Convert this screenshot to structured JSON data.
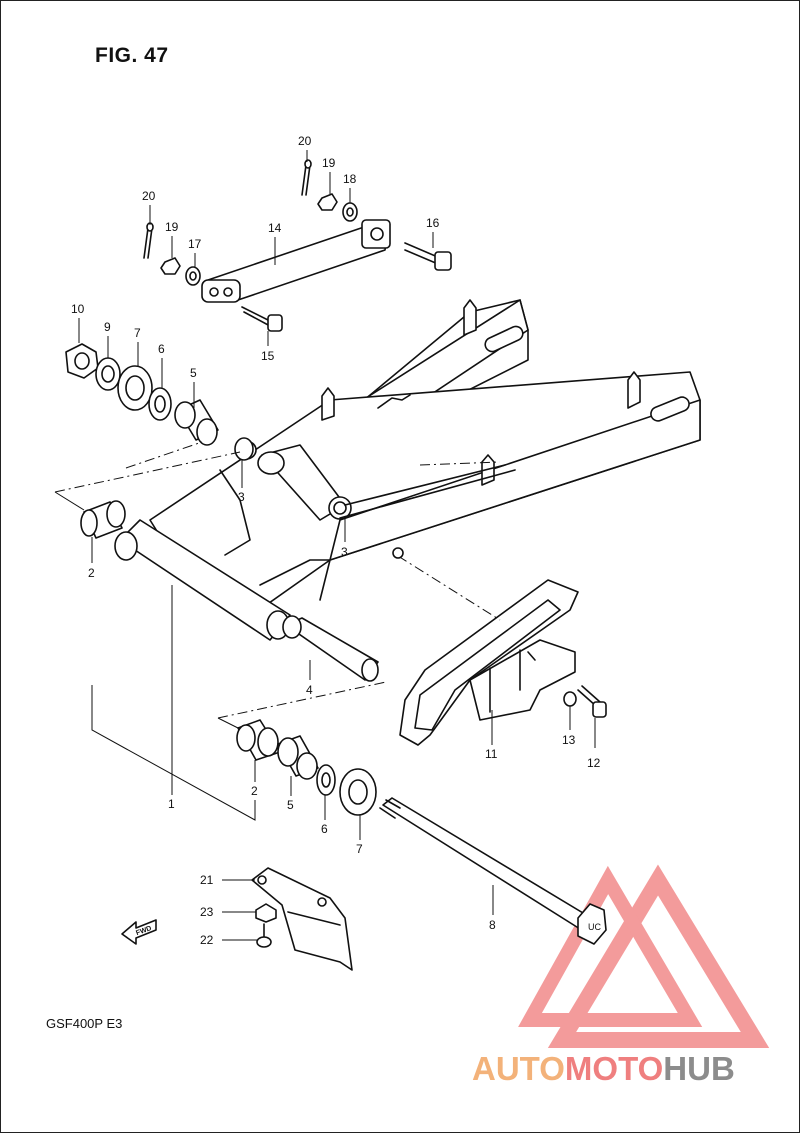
{
  "figure": {
    "title": "FIG. 47",
    "model": "GSF400P  E3",
    "fwd_label": "FWD"
  },
  "watermark": {
    "part1": "AUTO",
    "part2": "MOTO",
    "part3": "HUB",
    "colors": {
      "auto": "#f3b27a",
      "moto": "#ef7f7f",
      "hub": "#8c8c8c",
      "logo": "#f07a7a"
    }
  },
  "callouts": [
    {
      "id": "c20a",
      "label": "20"
    },
    {
      "id": "c19a",
      "label": "19"
    },
    {
      "id": "c18",
      "label": "18"
    },
    {
      "id": "c20b",
      "label": "20"
    },
    {
      "id": "c19b",
      "label": "19"
    },
    {
      "id": "c17",
      "label": "17"
    },
    {
      "id": "c14",
      "label": "14"
    },
    {
      "id": "c16",
      "label": "16"
    },
    {
      "id": "c15",
      "label": "15"
    },
    {
      "id": "c10",
      "label": "10"
    },
    {
      "id": "c9",
      "label": "9"
    },
    {
      "id": "c7a",
      "label": "7"
    },
    {
      "id": "c6a",
      "label": "6"
    },
    {
      "id": "c5a",
      "label": "5"
    },
    {
      "id": "c3a",
      "label": "3"
    },
    {
      "id": "c3b",
      "label": "3"
    },
    {
      "id": "c2a",
      "label": "2"
    },
    {
      "id": "c1",
      "label": "1"
    },
    {
      "id": "c4",
      "label": "4"
    },
    {
      "id": "c11",
      "label": "11"
    },
    {
      "id": "c13",
      "label": "13"
    },
    {
      "id": "c12",
      "label": "12"
    },
    {
      "id": "c2b",
      "label": "2"
    },
    {
      "id": "c5b",
      "label": "5"
    },
    {
      "id": "c6b",
      "label": "6"
    },
    {
      "id": "c7b",
      "label": "7"
    },
    {
      "id": "c8",
      "label": "8"
    },
    {
      "id": "c21",
      "label": "21"
    },
    {
      "id": "c23",
      "label": "23"
    },
    {
      "id": "c22",
      "label": "22"
    }
  ]
}
